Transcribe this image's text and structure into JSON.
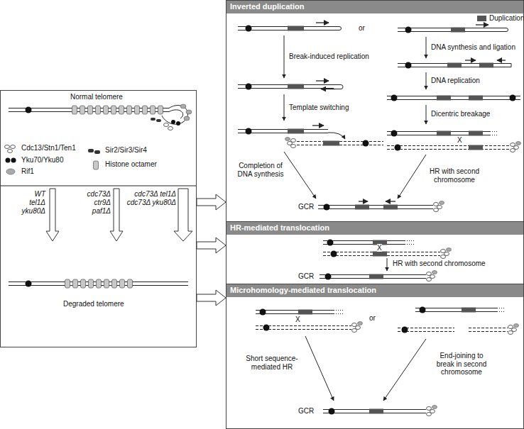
{
  "diagram": {
    "nodes": [
      {
        "text": [
          "Normal telomere",
          "Degraded telomere"
        ]
      },
      {
        "text": [
          "Inverted duplication"
        ]
      },
      {
        "text": [
          "HR-mediated translocation"
        ]
      },
      {
        "text": [
          "Microhomology-mediated translocation"
        ]
      }
    ],
    "edges": [
      {
        "from": 0,
        "to": 1,
        "arrow": "to"
      },
      {
        "from": 0,
        "to": 2,
        "arrow": "to"
      },
      {
        "from": 0,
        "to": 3,
        "arrow": "to"
      }
    ],
    "labels": [
      "WT",
      "tel1Δ",
      "yku80Δ",
      "cdc73Δ",
      "ctr9Δ",
      "paf1Δ",
      "cdc73Δ tel1Δ",
      "cdc73Δ yku80Δ",
      "Break-induced replication",
      "or",
      "DNA synthesis and ligation",
      "Template switching",
      "DNA replication",
      "Dicentric breakage",
      "X",
      "Completion of DNA synthesis",
      "HR with second chromosome",
      "GCR",
      "X",
      "HR with second chromosome",
      "GCR",
      "X",
      "or",
      "Short sequence-mediated HR",
      "End-joining to break in second chromosome",
      "GCR"
    ],
    "legend": [
      {
        "text": "Cdc13/Stn1/Ten1"
      },
      {
        "text": "Yku70/Yku80"
      },
      {
        "text": "Rif1"
      },
      {
        "text": "Sir2/Sir3/Sir4"
      },
      {
        "text": "Histone octamer"
      },
      {
        "text": "Duplication",
        "color": "#555555"
      }
    ]
  }
}
